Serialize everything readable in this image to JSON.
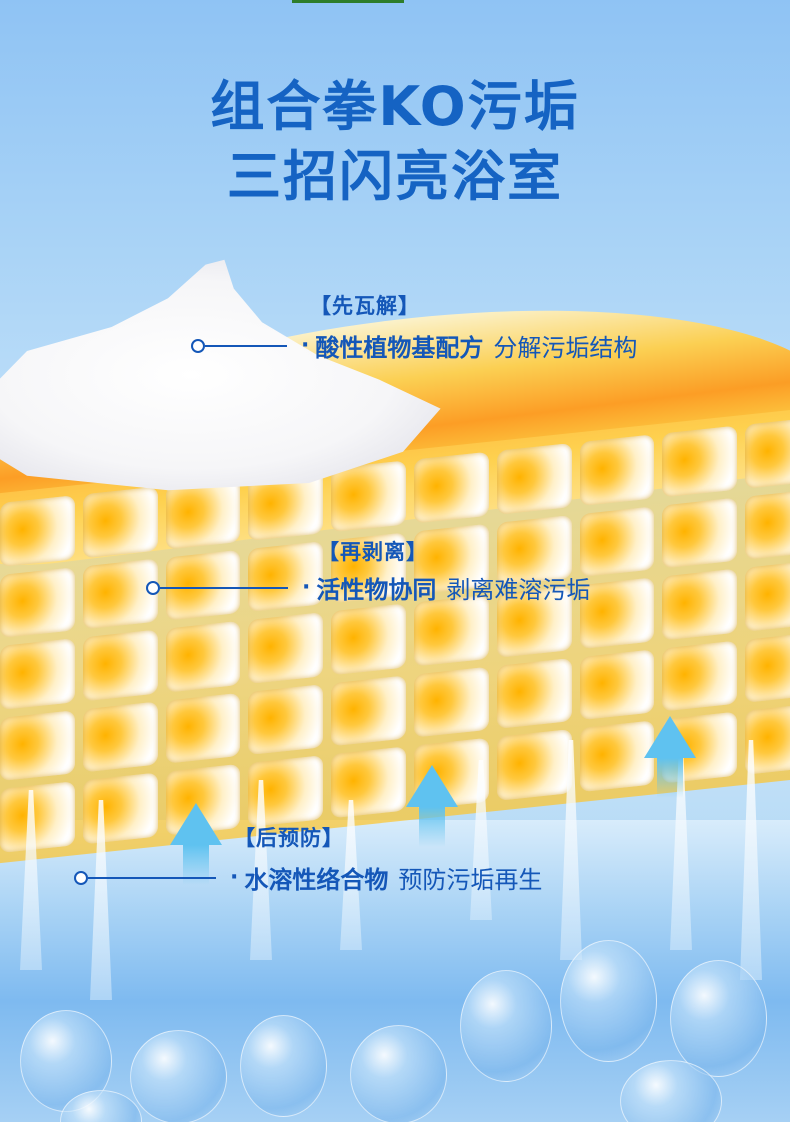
{
  "headline": {
    "line1": "组合拳KO污垢",
    "line2": "三招闪亮浴室"
  },
  "callouts": [
    {
      "tag": "【先瓦解】",
      "bullet": "·",
      "ingredient": "酸性植物基配方",
      "description": "分解污垢结构"
    },
    {
      "tag": "【再剥离】",
      "bullet": "·",
      "ingredient": "活性物协同",
      "description": "剥离难溶污垢"
    },
    {
      "tag": "【后预防】",
      "bullet": "·",
      "ingredient": "水溶性络合物",
      "description": "预防污垢再生"
    }
  ],
  "illustration": {
    "elements": [
      "foam",
      "orange-wave-layer",
      "golden-cell-grid",
      "gel-strands",
      "up-arrows",
      "water-bubbles"
    ]
  },
  "colors": {
    "text_blue": "#1457b8",
    "headline_blue": "#1563c3",
    "sky_top": "#8fc3f4",
    "accent_orange": "#ff9a1a",
    "arrow_cyan": "#5fc2f0"
  }
}
